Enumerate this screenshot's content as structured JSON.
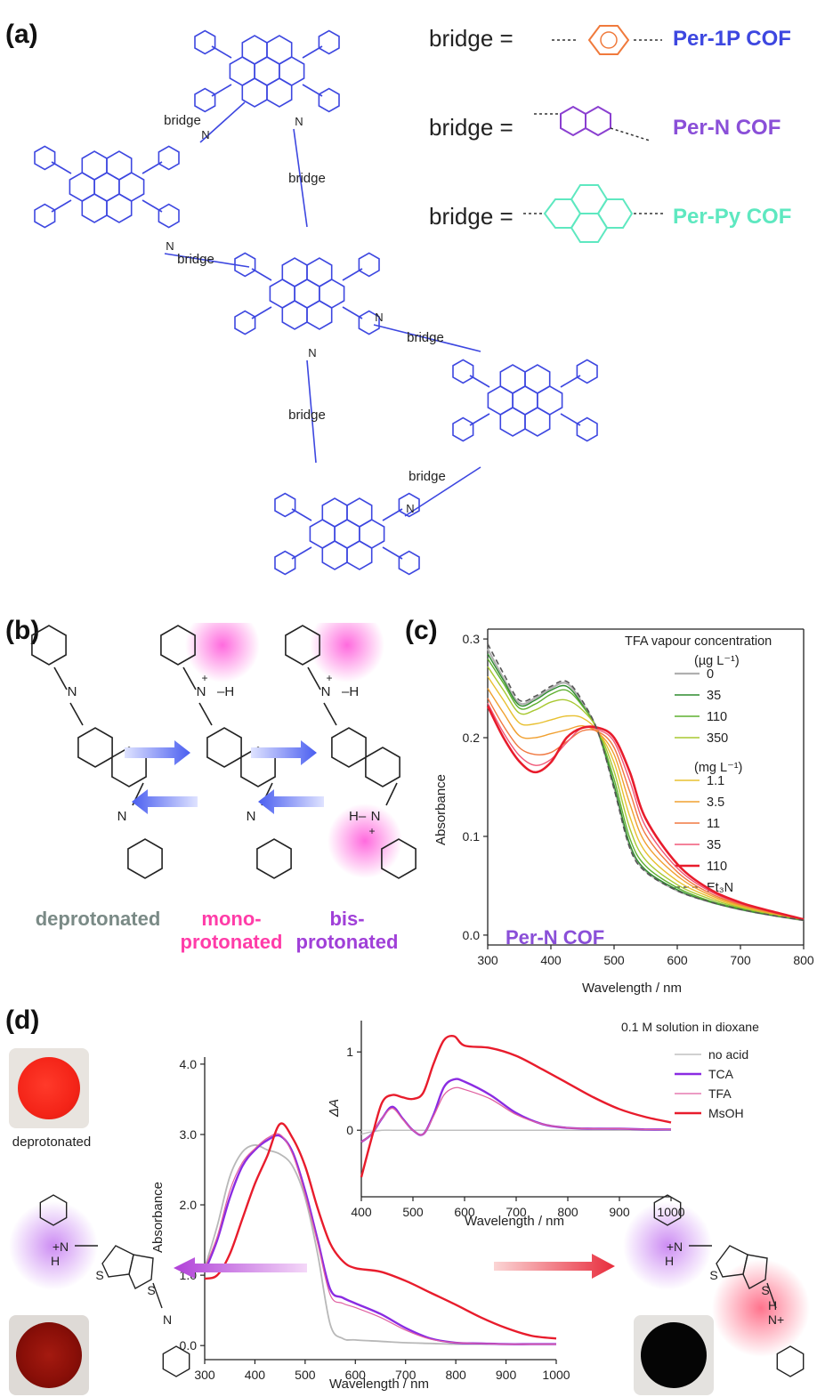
{
  "panels": {
    "a": {
      "label": "(a)"
    },
    "b": {
      "label": "(b)"
    },
    "c": {
      "label": "(c)"
    },
    "d": {
      "label": "(d)"
    }
  },
  "bridge_legend": [
    {
      "prefix": "bridge =",
      "cof": "Per-1P COF",
      "color": "#3d47e0",
      "bridge_color": "#f07a3c"
    },
    {
      "prefix": "bridge =",
      "cof": "Per-N COF",
      "color": "#8a4fd8",
      "bridge_color": "#8a3fd0"
    },
    {
      "prefix": "bridge =",
      "cof": "Per-Py COF",
      "color": "#5ee8c0",
      "bridge_color": "#5ee8c0"
    }
  ],
  "structure_labels": {
    "bridge": "bridge",
    "n": "N",
    "nh": "N",
    "h": "H",
    "s": "S",
    "plus": "+"
  },
  "colors": {
    "framework": "#3d47e0",
    "protonation_glow": "#ff3cc8",
    "bis_glow": "#ff3cff",
    "arrow": "#5a6cf0"
  },
  "protonation_states": [
    {
      "line1": "deprotonated",
      "line2": "",
      "color": "#7a8a86"
    },
    {
      "line1": "mono-",
      "line2": "protonated",
      "color": "#ff3ca8"
    },
    {
      "line1": "bis-",
      "line2": "protonated",
      "color": "#a040d8"
    }
  ],
  "photo_labels": {
    "deprotonated": "deprotonated"
  },
  "chart_data": [
    {
      "panel": "c",
      "type": "line",
      "xlabel": "Wavelength / nm",
      "ylabel": "Absorbance",
      "xlim": [
        300,
        800
      ],
      "ylim": [
        -0.01,
        0.31
      ],
      "xticks": [
        300,
        400,
        500,
        600,
        700,
        800
      ],
      "yticks": [
        0.0,
        0.1,
        0.2,
        0.3
      ],
      "tick_labels_y": [
        "0.0",
        "0.1",
        "0.2",
        "0.3"
      ],
      "annotation": "Per-N COF",
      "legend_title": "TFA vapour concentration",
      "legend_unit_1": "(µg L⁻¹)",
      "legend_unit_2": "(mg L⁻¹)",
      "legend_position": "top-right",
      "x": [
        300,
        325,
        350,
        375,
        400,
        425,
        450,
        475,
        500,
        525,
        550,
        600,
        650,
        700,
        750,
        800
      ],
      "series": [
        {
          "name": "0",
          "color": "#b0b0b0",
          "width": 2.2,
          "values": [
            0.29,
            0.26,
            0.235,
            0.24,
            0.25,
            0.255,
            0.235,
            0.205,
            0.15,
            0.09,
            0.065,
            0.045,
            0.034,
            0.026,
            0.02,
            0.015
          ]
        },
        {
          "name": "35",
          "color": "#2e8b2e",
          "width": 1.4,
          "values": [
            0.285,
            0.258,
            0.233,
            0.238,
            0.248,
            0.252,
            0.233,
            0.205,
            0.152,
            0.092,
            0.066,
            0.046,
            0.034,
            0.026,
            0.02,
            0.015
          ]
        },
        {
          "name": "110",
          "color": "#5fb030",
          "width": 1.4,
          "values": [
            0.28,
            0.255,
            0.23,
            0.234,
            0.244,
            0.248,
            0.232,
            0.206,
            0.158,
            0.098,
            0.07,
            0.048,
            0.035,
            0.027,
            0.021,
            0.015
          ]
        },
        {
          "name": "350",
          "color": "#a8c830",
          "width": 1.4,
          "values": [
            0.272,
            0.248,
            0.225,
            0.228,
            0.236,
            0.238,
            0.228,
            0.207,
            0.166,
            0.108,
            0.076,
            0.051,
            0.037,
            0.028,
            0.021,
            0.016
          ]
        },
        {
          "name": "1.1",
          "color": "#e8c030",
          "width": 1.4,
          "values": [
            0.262,
            0.238,
            0.215,
            0.214,
            0.218,
            0.222,
            0.22,
            0.206,
            0.175,
            0.12,
            0.084,
            0.055,
            0.039,
            0.029,
            0.022,
            0.016
          ]
        },
        {
          "name": "3.5",
          "color": "#f0a030",
          "width": 1.4,
          "values": [
            0.25,
            0.225,
            0.202,
            0.2,
            0.204,
            0.208,
            0.212,
            0.205,
            0.183,
            0.133,
            0.093,
            0.06,
            0.041,
            0.03,
            0.022,
            0.016
          ]
        },
        {
          "name": "11",
          "color": "#f07840",
          "width": 1.4,
          "values": [
            0.24,
            0.212,
            0.19,
            0.183,
            0.185,
            0.196,
            0.207,
            0.206,
            0.19,
            0.145,
            0.102,
            0.064,
            0.043,
            0.031,
            0.023,
            0.016
          ]
        },
        {
          "name": "35",
          "color": "#f05878",
          "width": 1.4,
          "values": [
            0.235,
            0.205,
            0.182,
            0.172,
            0.178,
            0.195,
            0.21,
            0.208,
            0.196,
            0.156,
            0.11,
            0.068,
            0.045,
            0.032,
            0.024,
            0.016
          ]
        },
        {
          "name": "110",
          "color": "#e81c2c",
          "width": 2.6,
          "values": [
            0.232,
            0.2,
            0.176,
            0.165,
            0.175,
            0.2,
            0.21,
            0.21,
            0.2,
            0.165,
            0.118,
            0.072,
            0.047,
            0.033,
            0.024,
            0.016
          ]
        },
        {
          "name": "Et₃N",
          "color": "#555555",
          "width": 1.6,
          "dash": "6,4",
          "values": [
            0.295,
            0.265,
            0.238,
            0.242,
            0.252,
            0.257,
            0.237,
            0.205,
            0.148,
            0.088,
            0.064,
            0.045,
            0.034,
            0.026,
            0.02,
            0.015
          ]
        }
      ]
    },
    {
      "panel": "d-main",
      "type": "line",
      "xlabel": "Wavelength / nm",
      "ylabel": "Absorbance",
      "xlim": [
        300,
        1000
      ],
      "ylim": [
        -0.2,
        4.1
      ],
      "xticks": [
        300,
        400,
        500,
        600,
        700,
        800,
        900,
        1000
      ],
      "yticks": [
        0.0,
        1.0,
        2.0,
        3.0,
        4.0
      ],
      "tick_labels_y": [
        "0.0",
        "1.0",
        "2.0",
        "3.0",
        "4.0"
      ],
      "x": [
        300,
        325,
        350,
        375,
        400,
        425,
        450,
        475,
        500,
        525,
        550,
        575,
        600,
        650,
        700,
        750,
        800,
        850,
        900,
        950,
        1000
      ],
      "series": [
        {
          "name": "no acid",
          "color": "#b8b8b8",
          "width": 1.8,
          "values": [
            1.1,
            1.7,
            2.4,
            2.75,
            2.85,
            2.78,
            2.72,
            2.55,
            2.1,
            1.3,
            0.3,
            0.1,
            0.08,
            0.06,
            0.04,
            0.03,
            0.02,
            0.02,
            0.02,
            0.02,
            0.02
          ]
        },
        {
          "name": "TCA",
          "color": "#8a2be2",
          "width": 2.4,
          "values": [
            1.05,
            1.5,
            2.1,
            2.55,
            2.78,
            2.92,
            2.98,
            2.75,
            2.2,
            1.5,
            0.8,
            0.68,
            0.6,
            0.45,
            0.25,
            0.1,
            0.04,
            0.03,
            0.02,
            0.02,
            0.02
          ]
        },
        {
          "name": "TFA",
          "color": "#e060a0",
          "width": 1.2,
          "values": [
            1.1,
            1.55,
            2.2,
            2.6,
            2.8,
            2.95,
            3.0,
            2.72,
            2.15,
            1.45,
            0.72,
            0.6,
            0.54,
            0.4,
            0.22,
            0.09,
            0.04,
            0.03,
            0.02,
            0.02,
            0.02
          ]
        },
        {
          "name": "MsOH",
          "color": "#e81c2c",
          "width": 2.4,
          "values": [
            0.95,
            1.0,
            1.3,
            1.8,
            2.3,
            2.7,
            3.15,
            2.95,
            2.55,
            1.95,
            1.45,
            1.2,
            1.1,
            1.05,
            0.92,
            0.75,
            0.58,
            0.4,
            0.25,
            0.14,
            0.1
          ]
        }
      ]
    },
    {
      "panel": "d-inset",
      "type": "line",
      "xlabel": "Wavelength / nm",
      "ylabel": "ΔA",
      "xlim": [
        400,
        1000
      ],
      "ylim": [
        -0.85,
        1.4
      ],
      "xticks": [
        400,
        500,
        600,
        700,
        800,
        900,
        1000
      ],
      "yticks": [
        0,
        1
      ],
      "tick_labels_y": [
        "0",
        "1"
      ],
      "legend_title": "0.1 M solution in dioxane",
      "legend_position": "top-right",
      "x": [
        400,
        420,
        440,
        460,
        480,
        500,
        520,
        540,
        560,
        580,
        600,
        650,
        700,
        750,
        800,
        850,
        900,
        950,
        1000
      ],
      "series": [
        {
          "name": "no acid",
          "color": "#c0c0c0",
          "width": 1.5,
          "values": [
            -0.05,
            -0.02,
            0.0,
            0.0,
            0.0,
            0.0,
            0.0,
            0.0,
            0.0,
            0.0,
            0.0,
            0.0,
            0.0,
            0.0,
            0.0,
            0.0,
            0.0,
            0.0,
            0.0
          ]
        },
        {
          "name": "TCA",
          "color": "#8a2be2",
          "width": 2.4,
          "values": [
            -0.15,
            -0.05,
            0.15,
            0.3,
            0.15,
            0.0,
            -0.05,
            0.2,
            0.55,
            0.65,
            0.62,
            0.45,
            0.22,
            0.08,
            0.03,
            0.02,
            0.02,
            0.01,
            0.01
          ]
        },
        {
          "name": "TFA",
          "color": "#e060a0",
          "width": 1.3,
          "values": [
            -0.15,
            -0.05,
            0.15,
            0.28,
            0.14,
            0.0,
            -0.05,
            0.18,
            0.45,
            0.54,
            0.52,
            0.4,
            0.2,
            0.08,
            0.03,
            0.02,
            0.02,
            0.01,
            0.01
          ]
        },
        {
          "name": "MsOH",
          "color": "#e81c2c",
          "width": 2.4,
          "values": [
            -0.6,
            -0.1,
            0.35,
            0.45,
            0.42,
            0.4,
            0.48,
            0.85,
            1.15,
            1.2,
            1.08,
            1.05,
            0.95,
            0.78,
            0.6,
            0.42,
            0.27,
            0.17,
            0.1
          ]
        }
      ]
    }
  ]
}
